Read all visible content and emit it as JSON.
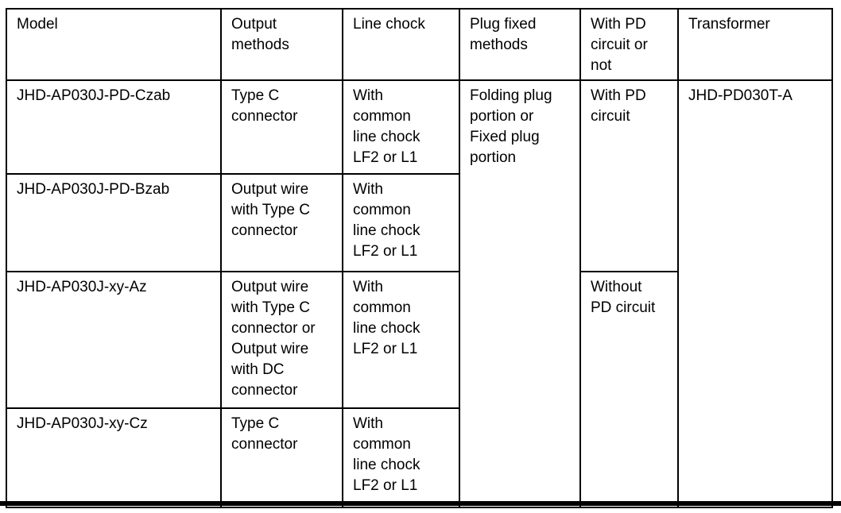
{
  "table": {
    "headers": {
      "model": "Model",
      "output_methods": "Output\nmethods",
      "line_chock": "Line chock",
      "plug_fixed_methods": "Plug fixed\nmethods",
      "pd_circuit": "With PD\ncircuit or\nnot",
      "transformer": "Transformer"
    },
    "rows": [
      {
        "model": "JHD-AP030J-PD-Czab",
        "output_methods": "Type C\nconnector",
        "line_chock": "With\ncommon\nline chock\nLF2 or L1"
      },
      {
        "model": "JHD-AP030J-PD-Bzab",
        "output_methods": "Output wire\nwith Type C\nconnector",
        "line_chock": "With\ncommon\nline chock\nLF2 or L1"
      },
      {
        "model": "JHD-AP030J-xy-Az",
        "output_methods": "Output wire\nwith Type C\nconnector or\nOutput wire\nwith DC\nconnector",
        "line_chock": "With\ncommon\nline chock\nLF2 or L1"
      },
      {
        "model": "JHD-AP030J-xy-Cz",
        "output_methods": "Type C\nconnector",
        "line_chock": "With\ncommon\nline chock\nLF2 or L1"
      }
    ],
    "merged": {
      "plug_fixed_methods": "Folding plug\nportion or\nFixed plug\nportion",
      "with_pd_circuit": "With PD\ncircuit",
      "without_pd_circuit": "Without\nPD circuit",
      "transformer": "JHD-PD030T-A"
    },
    "colors": {
      "border": "#000000",
      "text": "#000000",
      "background": "#ffffff"
    }
  }
}
